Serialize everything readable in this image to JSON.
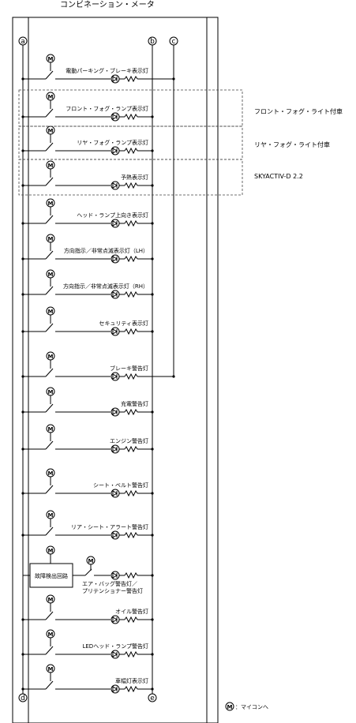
{
  "title": "コンビネーション・メータ",
  "bus_labels": {
    "a": "a",
    "b": "b",
    "c": "c",
    "d": "d",
    "e": "e"
  },
  "motor_symbol": "M",
  "lamps": [
    {
      "label": "電動パーキング・ブレーキ表示灯",
      "ground": "c"
    },
    {
      "label": "フロント・フォグ・ランプ表示灯",
      "ground": "b"
    },
    {
      "label": "リヤ・フォグ・ランプ表示灯",
      "ground": "b"
    },
    {
      "label": "予熱表示灯",
      "ground": "b"
    },
    {
      "label": "ヘッド・ランプ上向き表示灯",
      "ground": "b"
    },
    {
      "label": "方向指示／非常点滅表示灯（LH）",
      "ground": "b"
    },
    {
      "label": "方向指示／非常点滅表示灯（RH）",
      "ground": "b"
    },
    {
      "label": "セキュリティ表示灯",
      "ground": "b"
    },
    {
      "label": "ブレーキ警告灯",
      "ground": "c"
    },
    {
      "label": "充電警告灯",
      "ground": "b"
    },
    {
      "label": "エンジン警告灯",
      "ground": "b"
    },
    {
      "label": "シート・ベルト警告灯",
      "ground": "b"
    },
    {
      "label": "リア・シート・アラート警告灯",
      "ground": "b"
    },
    {
      "label": "エア・バッグ警告灯／プリテンショナー警告灯",
      "lines": [
        "エア・バッグ警告灯／",
        "プリテンショナー警告灯"
      ],
      "ground": "b",
      "box_label": "故障検出回路"
    },
    {
      "label": "オイル警告灯",
      "ground": "b"
    },
    {
      "label": "LEDヘッド・ランプ警告灯",
      "ground": "b"
    },
    {
      "label": "車幅灯表示灯",
      "ground": "b"
    }
  ],
  "groups": [
    {
      "label": "フロント・フォグ・ライト付車"
    },
    {
      "label": "リヤ・フォグ・ライト付車"
    },
    {
      "label": "SKYACTIV-D 2.2"
    }
  ],
  "legend": "：マイコンへ"
}
